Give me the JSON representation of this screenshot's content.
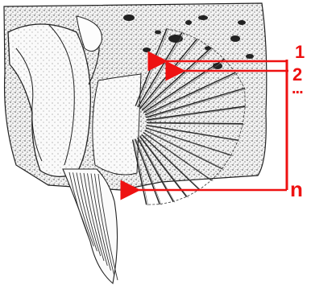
{
  "labels": {
    "first": "1",
    "second": "2",
    "ellipsis": "...",
    "last": "n"
  },
  "colors": {
    "annotation": "#ee1111",
    "ink": "#222222",
    "paper": "#ffffff"
  },
  "icons": {
    "arrow": "arrow-left-icon"
  }
}
